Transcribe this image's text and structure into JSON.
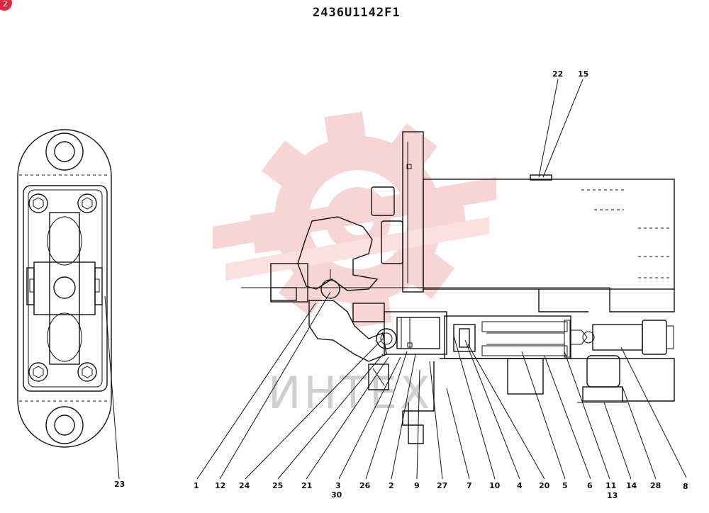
{
  "corner_badge": "2",
  "drawing_title": "2436U1142F1",
  "watermark": {
    "text": "ИНТЕХ",
    "color": "#f0a0a0"
  },
  "end_view_callouts": [
    {
      "id": "23"
    }
  ],
  "section_view_callouts": [
    {
      "id": "22"
    },
    {
      "id": "15"
    },
    {
      "id": "8"
    },
    {
      "id": "1"
    },
    {
      "id": "12"
    },
    {
      "id": "24"
    },
    {
      "id": "25"
    },
    {
      "id": "21"
    },
    {
      "id": "3",
      "sub": "30"
    },
    {
      "id": "26"
    },
    {
      "id": "2"
    },
    {
      "id": "9"
    },
    {
      "id": "27"
    },
    {
      "id": "7"
    },
    {
      "id": "10"
    },
    {
      "id": "4"
    },
    {
      "id": "20"
    },
    {
      "id": "5"
    },
    {
      "id": "6"
    },
    {
      "id": "11",
      "sub": "13"
    },
    {
      "id": "14"
    },
    {
      "id": "28"
    }
  ]
}
